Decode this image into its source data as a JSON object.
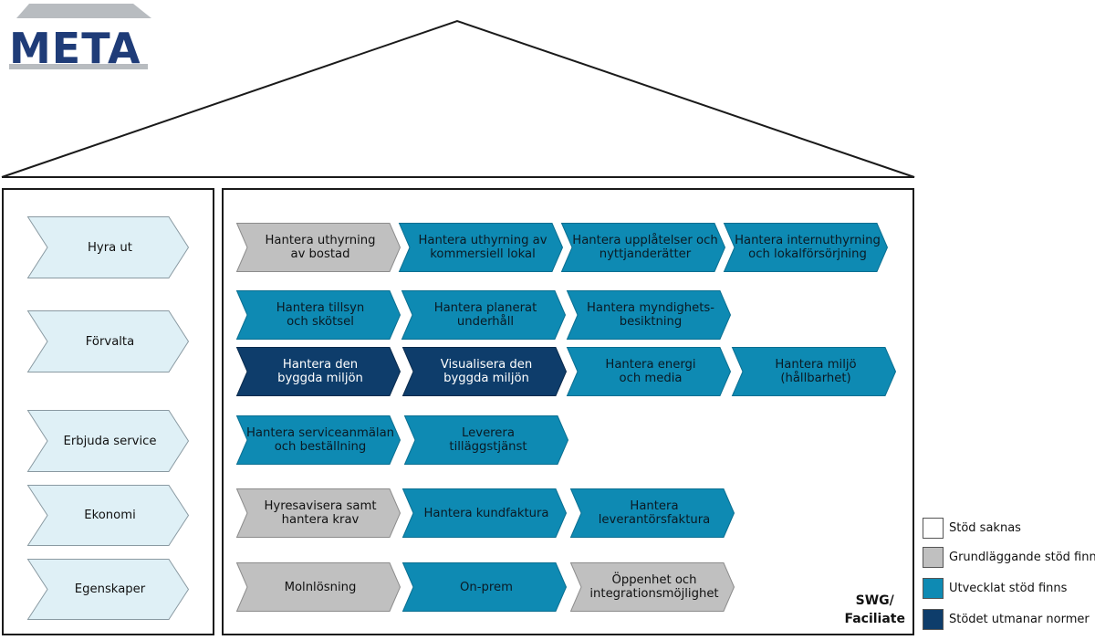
{
  "logo": {
    "text": "META"
  },
  "colors": {
    "none": "#ffffff",
    "basic": "#c0c0c0",
    "developed": "#0e8ab3",
    "challenges": "#0e3d6b",
    "category": "#dff0f6",
    "outline": "#1a1a1a",
    "logo_blue": "#1f3c78",
    "logo_roof": "#b8bcc0"
  },
  "categories": [
    {
      "id": "hyra-ut",
      "label": "Hyra ut"
    },
    {
      "id": "forvalta",
      "label": "Förvalta"
    },
    {
      "id": "erbjuda-service",
      "label": "Erbjuda service"
    },
    {
      "id": "ekonomi",
      "label": "Ekonomi"
    },
    {
      "id": "egenskaper",
      "label": "Egenskaper"
    }
  ],
  "processes": [
    {
      "id": "p1",
      "label": "Hantera uthyrning\nav bostad",
      "status": "basic"
    },
    {
      "id": "p2",
      "label": "Hantera uthyrning av\nkommersiell lokal",
      "status": "developed"
    },
    {
      "id": "p3",
      "label": "Hantera upplåtelser och\nnyttjanderätter",
      "status": "developed"
    },
    {
      "id": "p4",
      "label": "Hantera internuthyrning\noch lokalförsörjning",
      "status": "developed"
    },
    {
      "id": "p5",
      "label": "Hantera tillsyn\noch skötsel",
      "status": "developed"
    },
    {
      "id": "p6",
      "label": "Hantera planerat\nunderhåll",
      "status": "developed"
    },
    {
      "id": "p7",
      "label": "Hantera myndighets-\nbesiktning",
      "status": "developed"
    },
    {
      "id": "p8",
      "label": "Hantera den\nbyggda miljön",
      "status": "challenges"
    },
    {
      "id": "p9",
      "label": "Visualisera den\nbyggda miljön",
      "status": "challenges"
    },
    {
      "id": "p10",
      "label": "Hantera energi\noch media",
      "status": "developed"
    },
    {
      "id": "p11",
      "label": "Hantera miljö\n(hållbarhet)",
      "status": "developed"
    },
    {
      "id": "p12",
      "label": "Hantera serviceanmälan\noch beställning",
      "status": "developed"
    },
    {
      "id": "p13",
      "label": "Leverera\ntilläggstjänst",
      "status": "developed"
    },
    {
      "id": "p14",
      "label": "Hyresavisera samt\nhantera krav",
      "status": "basic"
    },
    {
      "id": "p15",
      "label": "Hantera kundfaktura",
      "status": "developed"
    },
    {
      "id": "p16",
      "label": "Hantera\nleverantörsfaktura",
      "status": "developed"
    },
    {
      "id": "p17",
      "label": "Molnlösning",
      "status": "basic"
    },
    {
      "id": "p18",
      "label": "On-prem",
      "status": "developed"
    },
    {
      "id": "p19",
      "label": "Öppenhet och\nintegrationsmöjlighet",
      "status": "basic"
    }
  ],
  "corner_label": {
    "line1": "SWG/",
    "line2": "Faciliate"
  },
  "legend": [
    {
      "key": "none",
      "label": "Stöd saknas"
    },
    {
      "key": "basic",
      "label": "Grundläggande stöd finns"
    },
    {
      "key": "developed",
      "label": "Utvecklat stöd finns"
    },
    {
      "key": "challenges",
      "label": "Stödet utmanar normer"
    }
  ]
}
